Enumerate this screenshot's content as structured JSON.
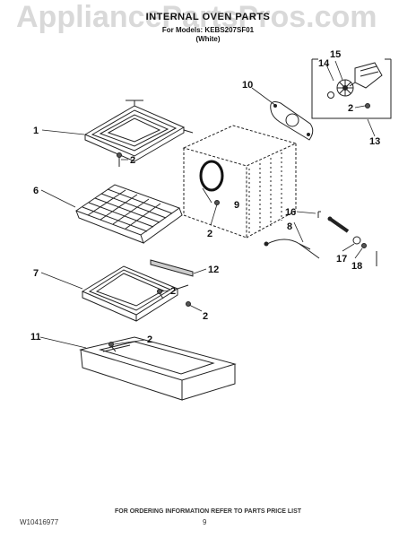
{
  "watermark": "AppliancePartsPros.com",
  "header": {
    "title": "INTERNAL OVEN PARTS",
    "model_line": "For Models: KEBS207SF01",
    "variant": "(White)"
  },
  "callouts": {
    "c1": "1",
    "c2": "2",
    "c6": "6",
    "c7": "7",
    "c8": "8",
    "c9": "9",
    "c10": "10",
    "c11": "11",
    "c12": "12",
    "c13": "13",
    "c14": "14",
    "c15": "15",
    "c16": "16",
    "c17": "17",
    "c18": "18"
  },
  "footer": {
    "note": "FOR ORDERING INFORMATION REFER TO PARTS PRICE LIST",
    "doc_number": "W10416977",
    "page_number": "9"
  }
}
